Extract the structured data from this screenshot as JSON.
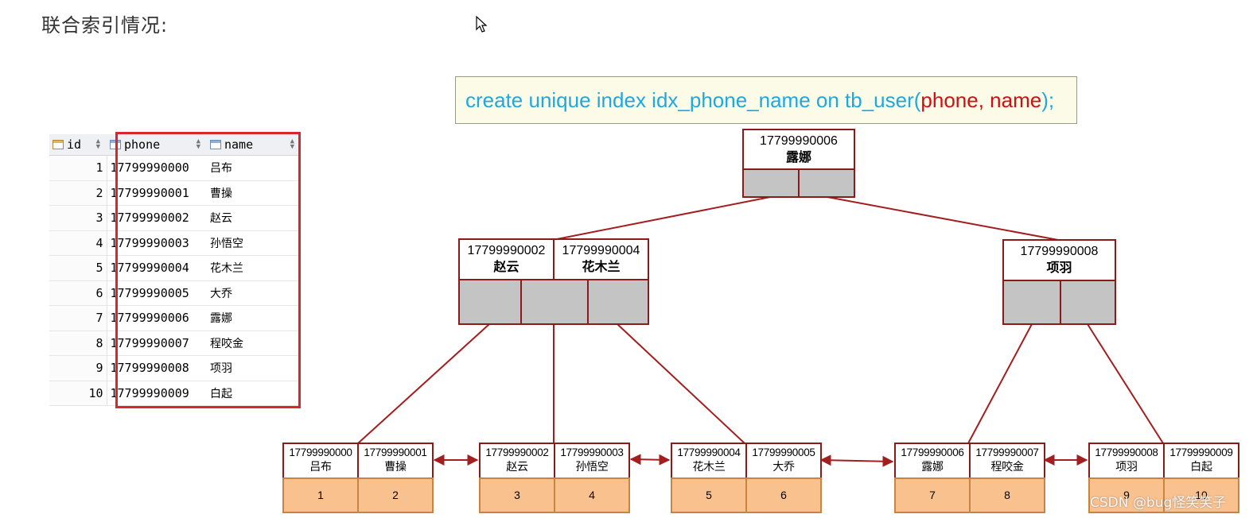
{
  "heading": "联合索引情况:",
  "sql": {
    "prefix": "create unique index idx_phone_name on tb_user(",
    "cols": "phone, name",
    "suffix": ");"
  },
  "table": {
    "columns": [
      "id",
      "phone",
      "name"
    ],
    "rows": [
      {
        "id": "1",
        "phone": "17799990000",
        "name": "吕布"
      },
      {
        "id": "2",
        "phone": "17799990001",
        "name": "曹操"
      },
      {
        "id": "3",
        "phone": "17799990002",
        "name": "赵云"
      },
      {
        "id": "4",
        "phone": "17799990003",
        "name": "孙悟空"
      },
      {
        "id": "5",
        "phone": "17799990004",
        "name": "花木兰"
      },
      {
        "id": "6",
        "phone": "17799990005",
        "name": "大乔"
      },
      {
        "id": "7",
        "phone": "17799990006",
        "name": "露娜"
      },
      {
        "id": "8",
        "phone": "17799990007",
        "name": "程咬金"
      },
      {
        "id": "9",
        "phone": "17799990008",
        "name": "项羽"
      },
      {
        "id": "10",
        "phone": "17799990009",
        "name": "白起"
      }
    ]
  },
  "tree": {
    "root": [
      {
        "phone": "17799990006",
        "name": "露娜"
      }
    ],
    "internal_left": [
      {
        "phone": "17799990002",
        "name": "赵云"
      },
      {
        "phone": "17799990004",
        "name": "花木兰"
      }
    ],
    "internal_right": [
      {
        "phone": "17799990008",
        "name": "项羽"
      }
    ],
    "leaves": [
      [
        {
          "phone": "17799990000",
          "name": "吕布",
          "id": "1"
        },
        {
          "phone": "17799990001",
          "name": "曹操",
          "id": "2"
        }
      ],
      [
        {
          "phone": "17799990002",
          "name": "赵云",
          "id": "3"
        },
        {
          "phone": "17799990003",
          "name": "孙悟空",
          "id": "4"
        }
      ],
      [
        {
          "phone": "17799990004",
          "name": "花木兰",
          "id": "5"
        },
        {
          "phone": "17799990005",
          "name": "大乔",
          "id": "6"
        }
      ],
      [
        {
          "phone": "17799990006",
          "name": "露娜",
          "id": "7"
        },
        {
          "phone": "17799990007",
          "name": "程咬金",
          "id": "8"
        }
      ],
      [
        {
          "phone": "17799990008",
          "name": "项羽",
          "id": "9"
        },
        {
          "phone": "17799990009",
          "name": "白起",
          "id": "10"
        }
      ]
    ]
  },
  "watermark": "CSDN @bug怪笑笑子",
  "colors": {
    "node_border": "#8b1a1a",
    "pointer_fill": "#c4c4c4",
    "leaf_value_fill": "#f9c18e",
    "table_highlight": "#d7262c",
    "sql_blue": "#1ea8e0",
    "sql_red": "#d01010"
  }
}
